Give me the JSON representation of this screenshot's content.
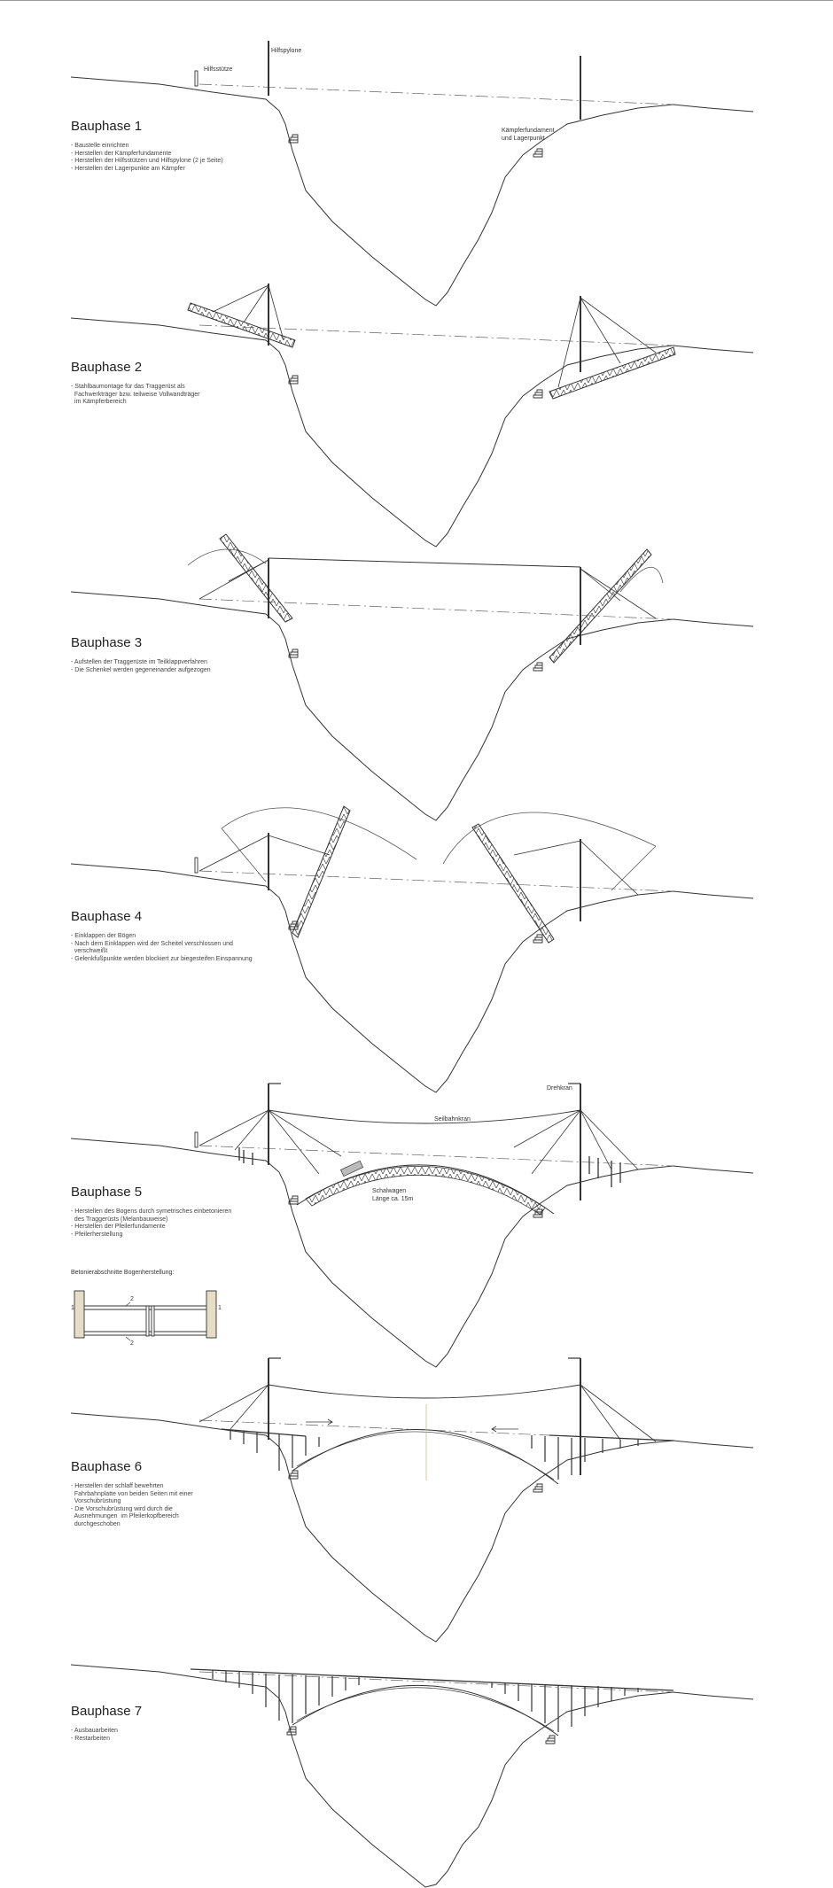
{
  "phases": [
    {
      "title": "Bauphase 1",
      "notes": [
        "- Baustelle einrichten",
        "- Herstellen der Kämpferfundamente",
        "- Herstellen der Hilfsstützen und Hilfspylone (2 je Seite)",
        "- Herstellen der Lagerpunkte am Kämpfer"
      ],
      "labels": {
        "hilfsstuetze": "Hilfsstütze",
        "hilfspylone": "Hilfspylone",
        "kaempfer_line1": "Kämpferfundament",
        "kaempfer_line2": "und Lagerpunkt"
      }
    },
    {
      "title": "Bauphase 2",
      "notes": [
        "- Stahlbaumontage für das Traggerüst als",
        "  Fachwerkträger bzw. teilweise Vollwandträger",
        "  im Kämpferbereich"
      ]
    },
    {
      "title": "Bauphase 3",
      "notes": [
        "- Aufstellen der Traggerüste im Teilklappverfahren",
        "- Die Schenkel werden gegeneinander aufgezogen"
      ]
    },
    {
      "title": "Bauphase 4",
      "notes": [
        "- Einklappen der Bögen",
        "- Nach dem Einklappen wird der Scheitel verschlossen und",
        "  verschweißt",
        "- Gelenkfußpunkte werden blockiert zur biegesteifen Einspannung"
      ]
    },
    {
      "title": "Bauphase 5",
      "notes": [
        "- Herstellen des Bogens durch symetrisches einbetonieren",
        "  des Traggerüsts (Melanbauweise)",
        "- Herstellen der Pfeilerfundamente",
        "- Pfeilerherstellung"
      ],
      "labels": {
        "drehkran": "Drehkran",
        "seilbahnkran": "Seilbahnkran",
        "schalwagen_line1": "Schalwagen",
        "schalwagen_line2": "Länge ca. 15m"
      }
    },
    {
      "title": "Bauphase 6",
      "notes": [
        "- Herstellen der schlaff bewehrten",
        "  Fahrbahnplatte von beiden Seiten mit einer",
        "  Vorschubrüstung",
        "- Die Vorschubrüstung wird durch die",
        "  Ausnehmungen  im Pfeilerkopfbereich",
        "  durchgeschoben"
      ]
    },
    {
      "title": "Bauphase 7",
      "notes": [
        "- Ausbauarbeiten",
        "- Restarbeiten"
      ]
    }
  ],
  "section_detail": {
    "title": "Betonierabschnitte Bogenherstellung:",
    "numbers": {
      "left": "1",
      "right": "1",
      "top": "2",
      "bottom": "2"
    }
  }
}
